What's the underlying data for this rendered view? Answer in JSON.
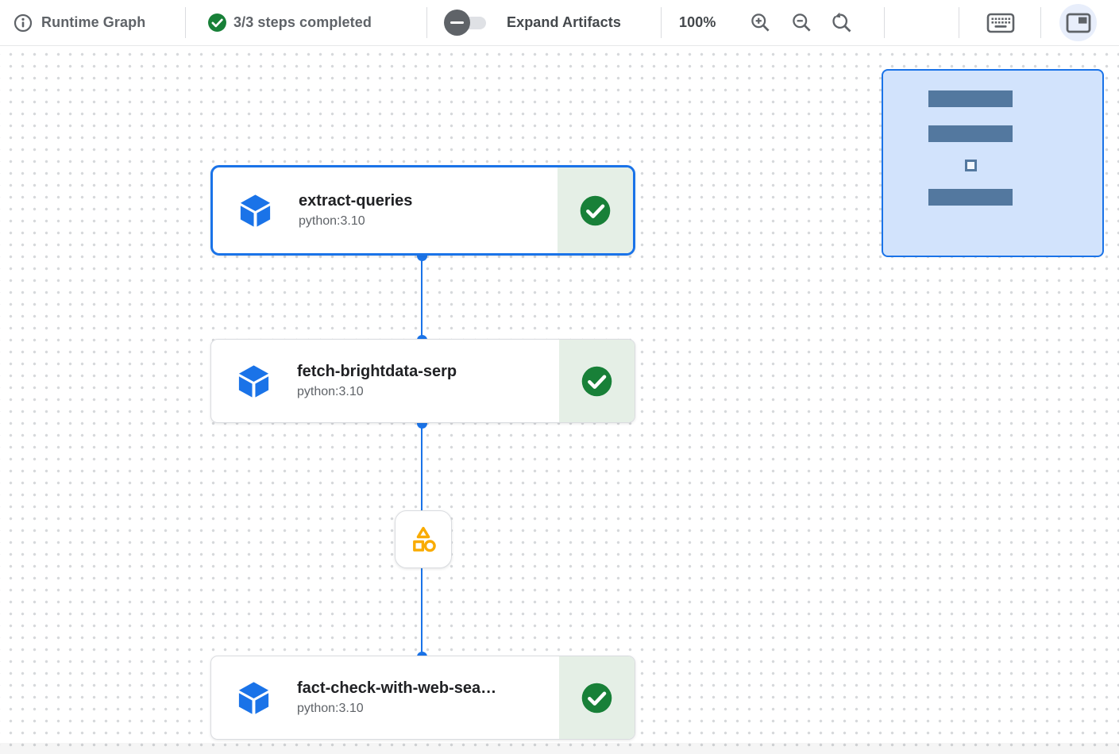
{
  "toolbar": {
    "title": "Runtime Graph",
    "steps_completed": "3/3 steps completed",
    "expand_artifacts_label": "Expand Artifacts",
    "zoom_level": "100%",
    "icons": [
      "info-icon",
      "check-circle-icon",
      "minus-toggle-icon",
      "zoom-in-icon",
      "zoom-out-icon",
      "zoom-reset-icon",
      "keyboard-icon",
      "side-panel-icon"
    ]
  },
  "graph": {
    "nodes": [
      {
        "name": "extract-queries",
        "image": "python:3.10",
        "status": "completed",
        "selected": true
      },
      {
        "name": "fetch-brightdata-serp",
        "image": "python:3.10",
        "status": "completed",
        "selected": false
      },
      {
        "name": "fact-check-with-web-sea…",
        "image": "python:3.10",
        "status": "completed",
        "selected": false
      }
    ],
    "artifact_node": {
      "icon": "artifact-shapes-icon"
    },
    "minimap": {
      "node_count": 3,
      "artifact_count": 1
    }
  },
  "colors": {
    "accent_blue": "#1a73e8",
    "success_green": "#188038",
    "status_bg_green": "#e5efe6",
    "toolbar_text": "#5f6368",
    "node_title": "#202124",
    "artifact_amber": "#f9ab00",
    "minimap_bg": "#d2e3fc",
    "minimap_bar": "#53789f"
  }
}
